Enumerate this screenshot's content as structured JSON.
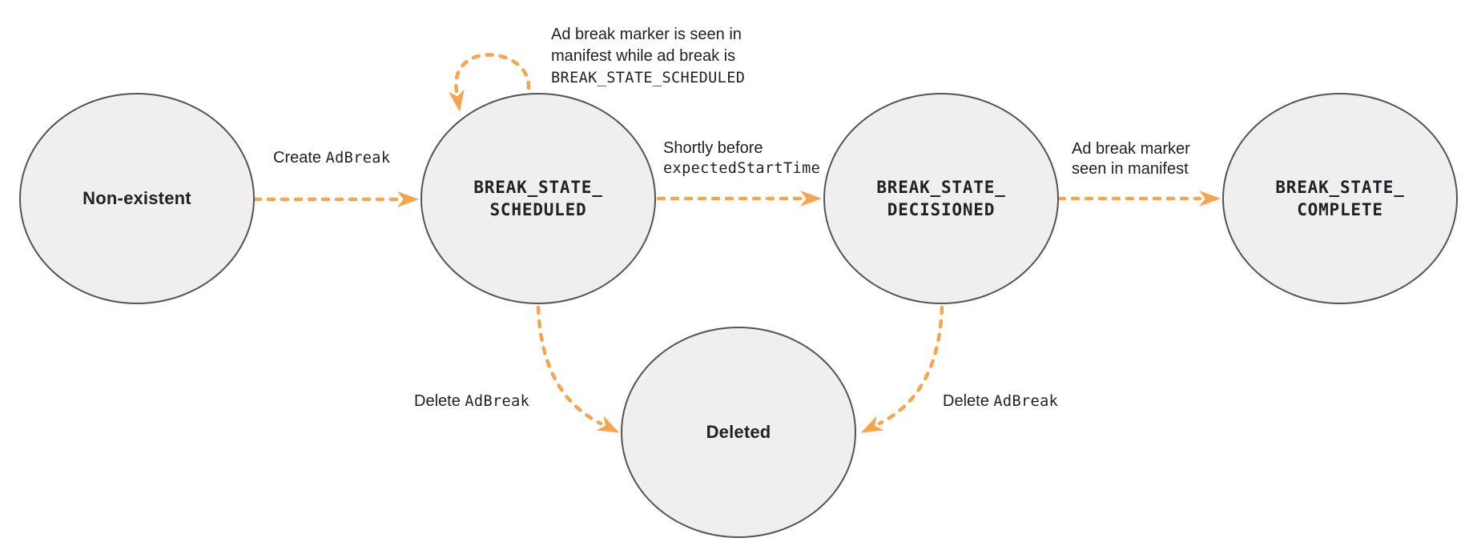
{
  "diagram": {
    "type": "state-machine",
    "colors": {
      "arrow": "#F7A54C",
      "node_fill": "#EFEFEF",
      "node_border": "#545457",
      "text": "#212125",
      "background": "#FFFFFF"
    },
    "nodes": [
      {
        "id": "non-existent",
        "label": "Non-existent"
      },
      {
        "id": "break-state-scheduled",
        "label": "BREAK_STATE_\nSCHEDULED"
      },
      {
        "id": "break-state-decisioned",
        "label": "BREAK_STATE_\nDECISIONED"
      },
      {
        "id": "break-state-complete",
        "label": "BREAK_STATE_\nCOMPLETE"
      },
      {
        "id": "deleted",
        "label": "Deleted"
      }
    ],
    "edges": [
      {
        "id": "create-adbreak",
        "from": "non-existent",
        "to": "break-state-scheduled",
        "label_plain": "Create ",
        "label_code": "AdBreak"
      },
      {
        "id": "marker-seen-while-scheduled",
        "from": "break-state-scheduled",
        "to": "break-state-scheduled",
        "label_line1": "Ad break marker is seen in",
        "label_line2": "manifest while ad break is",
        "label_code": "BREAK_STATE_SCHEDULED"
      },
      {
        "id": "shortly-before-expected-start",
        "from": "break-state-scheduled",
        "to": "break-state-decisioned",
        "label_plain": "Shortly before",
        "label_code": "expectedStartTime"
      },
      {
        "id": "marker-seen-in-manifest",
        "from": "break-state-decisioned",
        "to": "break-state-complete",
        "label_line1": "Ad break marker",
        "label_line2": "seen in manifest"
      },
      {
        "id": "delete-adbreak-from-scheduled",
        "from": "break-state-scheduled",
        "to": "deleted",
        "label_plain": "Delete ",
        "label_code": "AdBreak"
      },
      {
        "id": "delete-adbreak-from-decisioned",
        "from": "break-state-decisioned",
        "to": "deleted",
        "label_plain": "Delete ",
        "label_code": "AdBreak"
      }
    ]
  }
}
